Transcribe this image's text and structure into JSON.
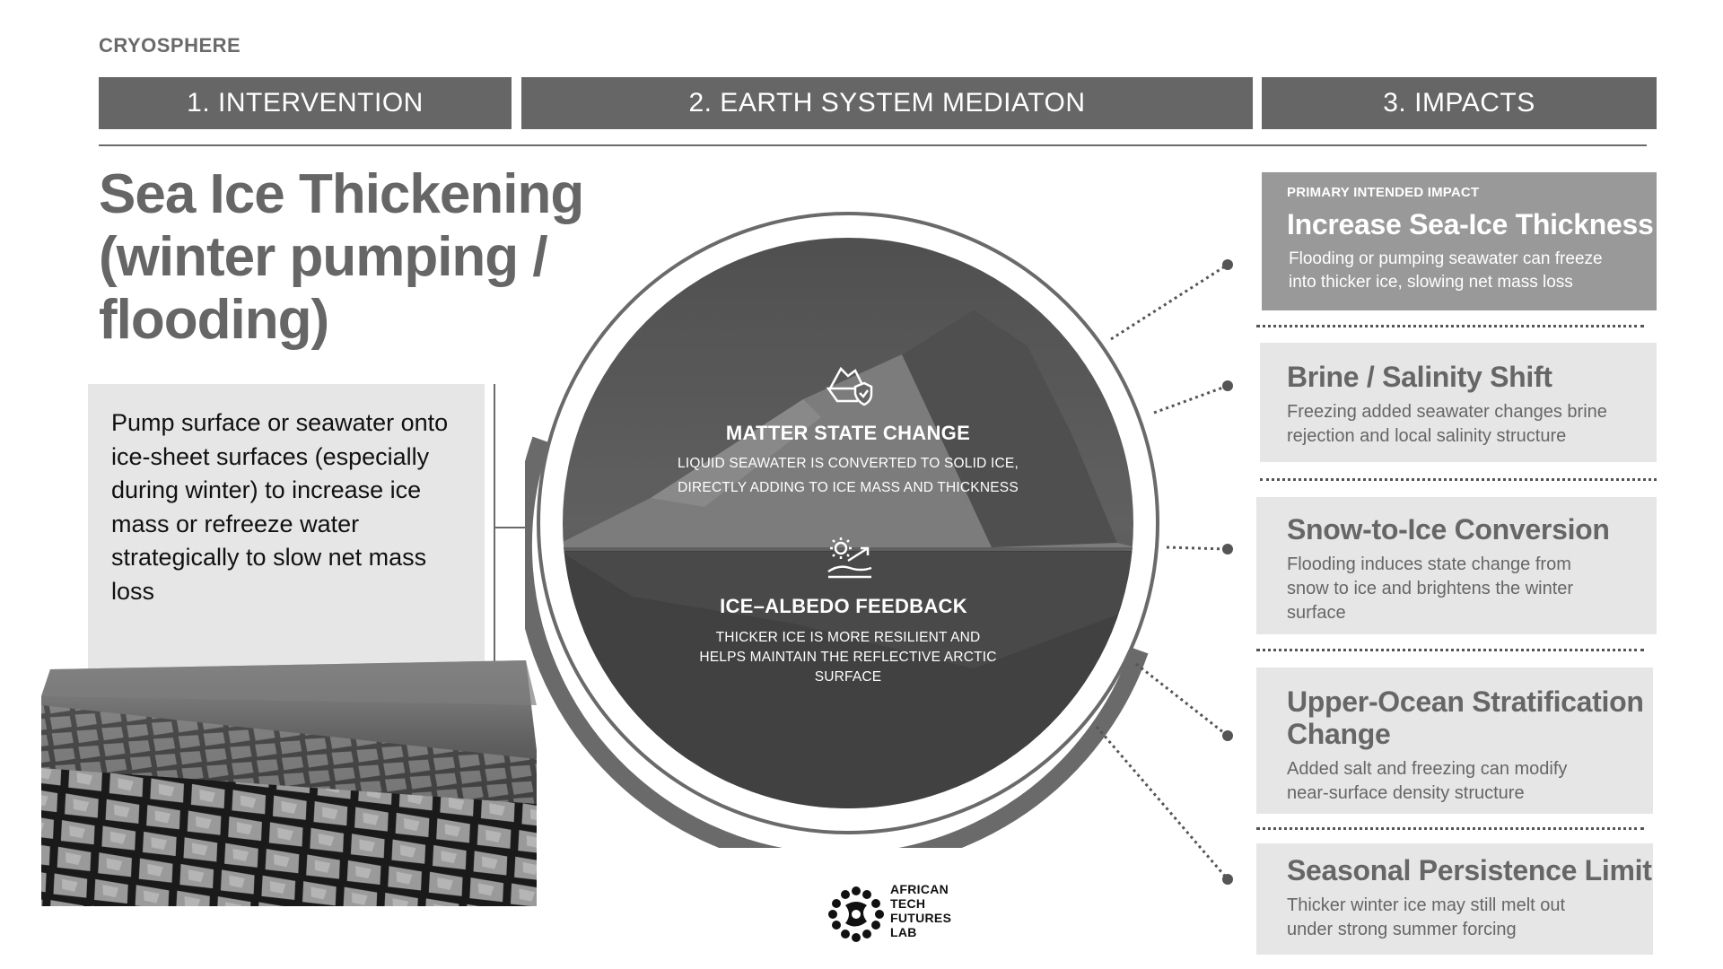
{
  "section_tag": "CRYOSPHERE",
  "headers": {
    "intervention": "1. INTERVENTION",
    "mediation": "2. EARTH SYSTEM MEDIATON",
    "impacts": "3. IMPACTS"
  },
  "title": "Sea Ice Thickening (winter pumping / flooding)",
  "description": "Pump surface or seawater onto ice-sheet surfaces (especially during winter) to increase ice mass or refreeze water strategically to slow net mass loss",
  "mechanisms": [
    {
      "icon": "iceberg-shield-icon",
      "title": "MATTER STATE CHANGE",
      "line1": "LIQUID SEAWATER IS CONVERTED TO SOLID ICE,",
      "line2": "DIRECTLY ADDING TO ICE MASS AND THICKNESS"
    },
    {
      "icon": "sun-albedo-icon",
      "title": "ICE–ALBEDO FEEDBACK",
      "line1": "THICKER ICE IS MORE RESILIENT AND",
      "line2": "HELPS MAINTAIN THE REFLECTIVE ARCTIC",
      "line3": "SURFACE"
    }
  ],
  "primary_impact": {
    "kicker": "PRIMARY INTENDED IMPACT",
    "title": "Increase Sea-Ice Thickness",
    "line1": "Flooding or pumping seawater can freeze",
    "line2": "into thicker ice, slowing net mass loss"
  },
  "impacts": [
    {
      "title": "Brine / Salinity Shift",
      "line1": "Freezing added seawater changes brine",
      "line2": "rejection and local salinity structure"
    },
    {
      "title": "Snow-to-Ice Conversion",
      "line1": "Flooding induces state change from",
      "line2": "snow to ice and brightens the winter",
      "line3": "surface"
    },
    {
      "title": "Upper-Ocean Stratification",
      "title2": "Change",
      "line1": "Added salt and freezing can modify",
      "line2": "near-surface density structure"
    },
    {
      "title": "Seasonal Persistence Limit",
      "line1": "Thicker winter ice may still melt out",
      "line2": "under strong summer forcing"
    }
  ],
  "logo": {
    "line1": "AFRICAN",
    "line2": "TECH",
    "line3": "FUTURES",
    "line4": "LAB"
  }
}
